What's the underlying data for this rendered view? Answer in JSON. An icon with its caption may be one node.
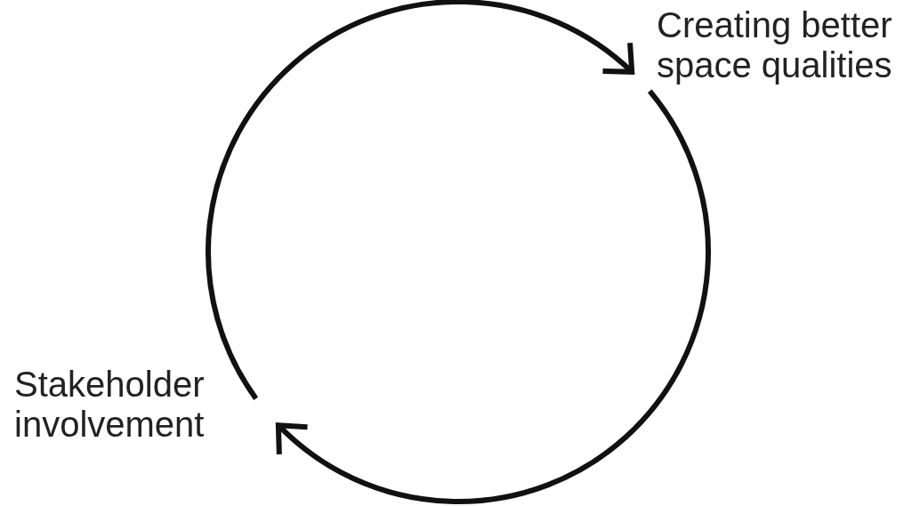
{
  "diagram": {
    "nodes": [
      {
        "text": [
          "Stakeholder involvement"
        ]
      },
      {
        "text": [
          "Creating better space qualities"
        ]
      }
    ],
    "edges": [
      {
        "from": 0,
        "to": 1,
        "arrow": "to"
      },
      {
        "from": 1,
        "to": 0,
        "arrow": "to"
      }
    ]
  }
}
